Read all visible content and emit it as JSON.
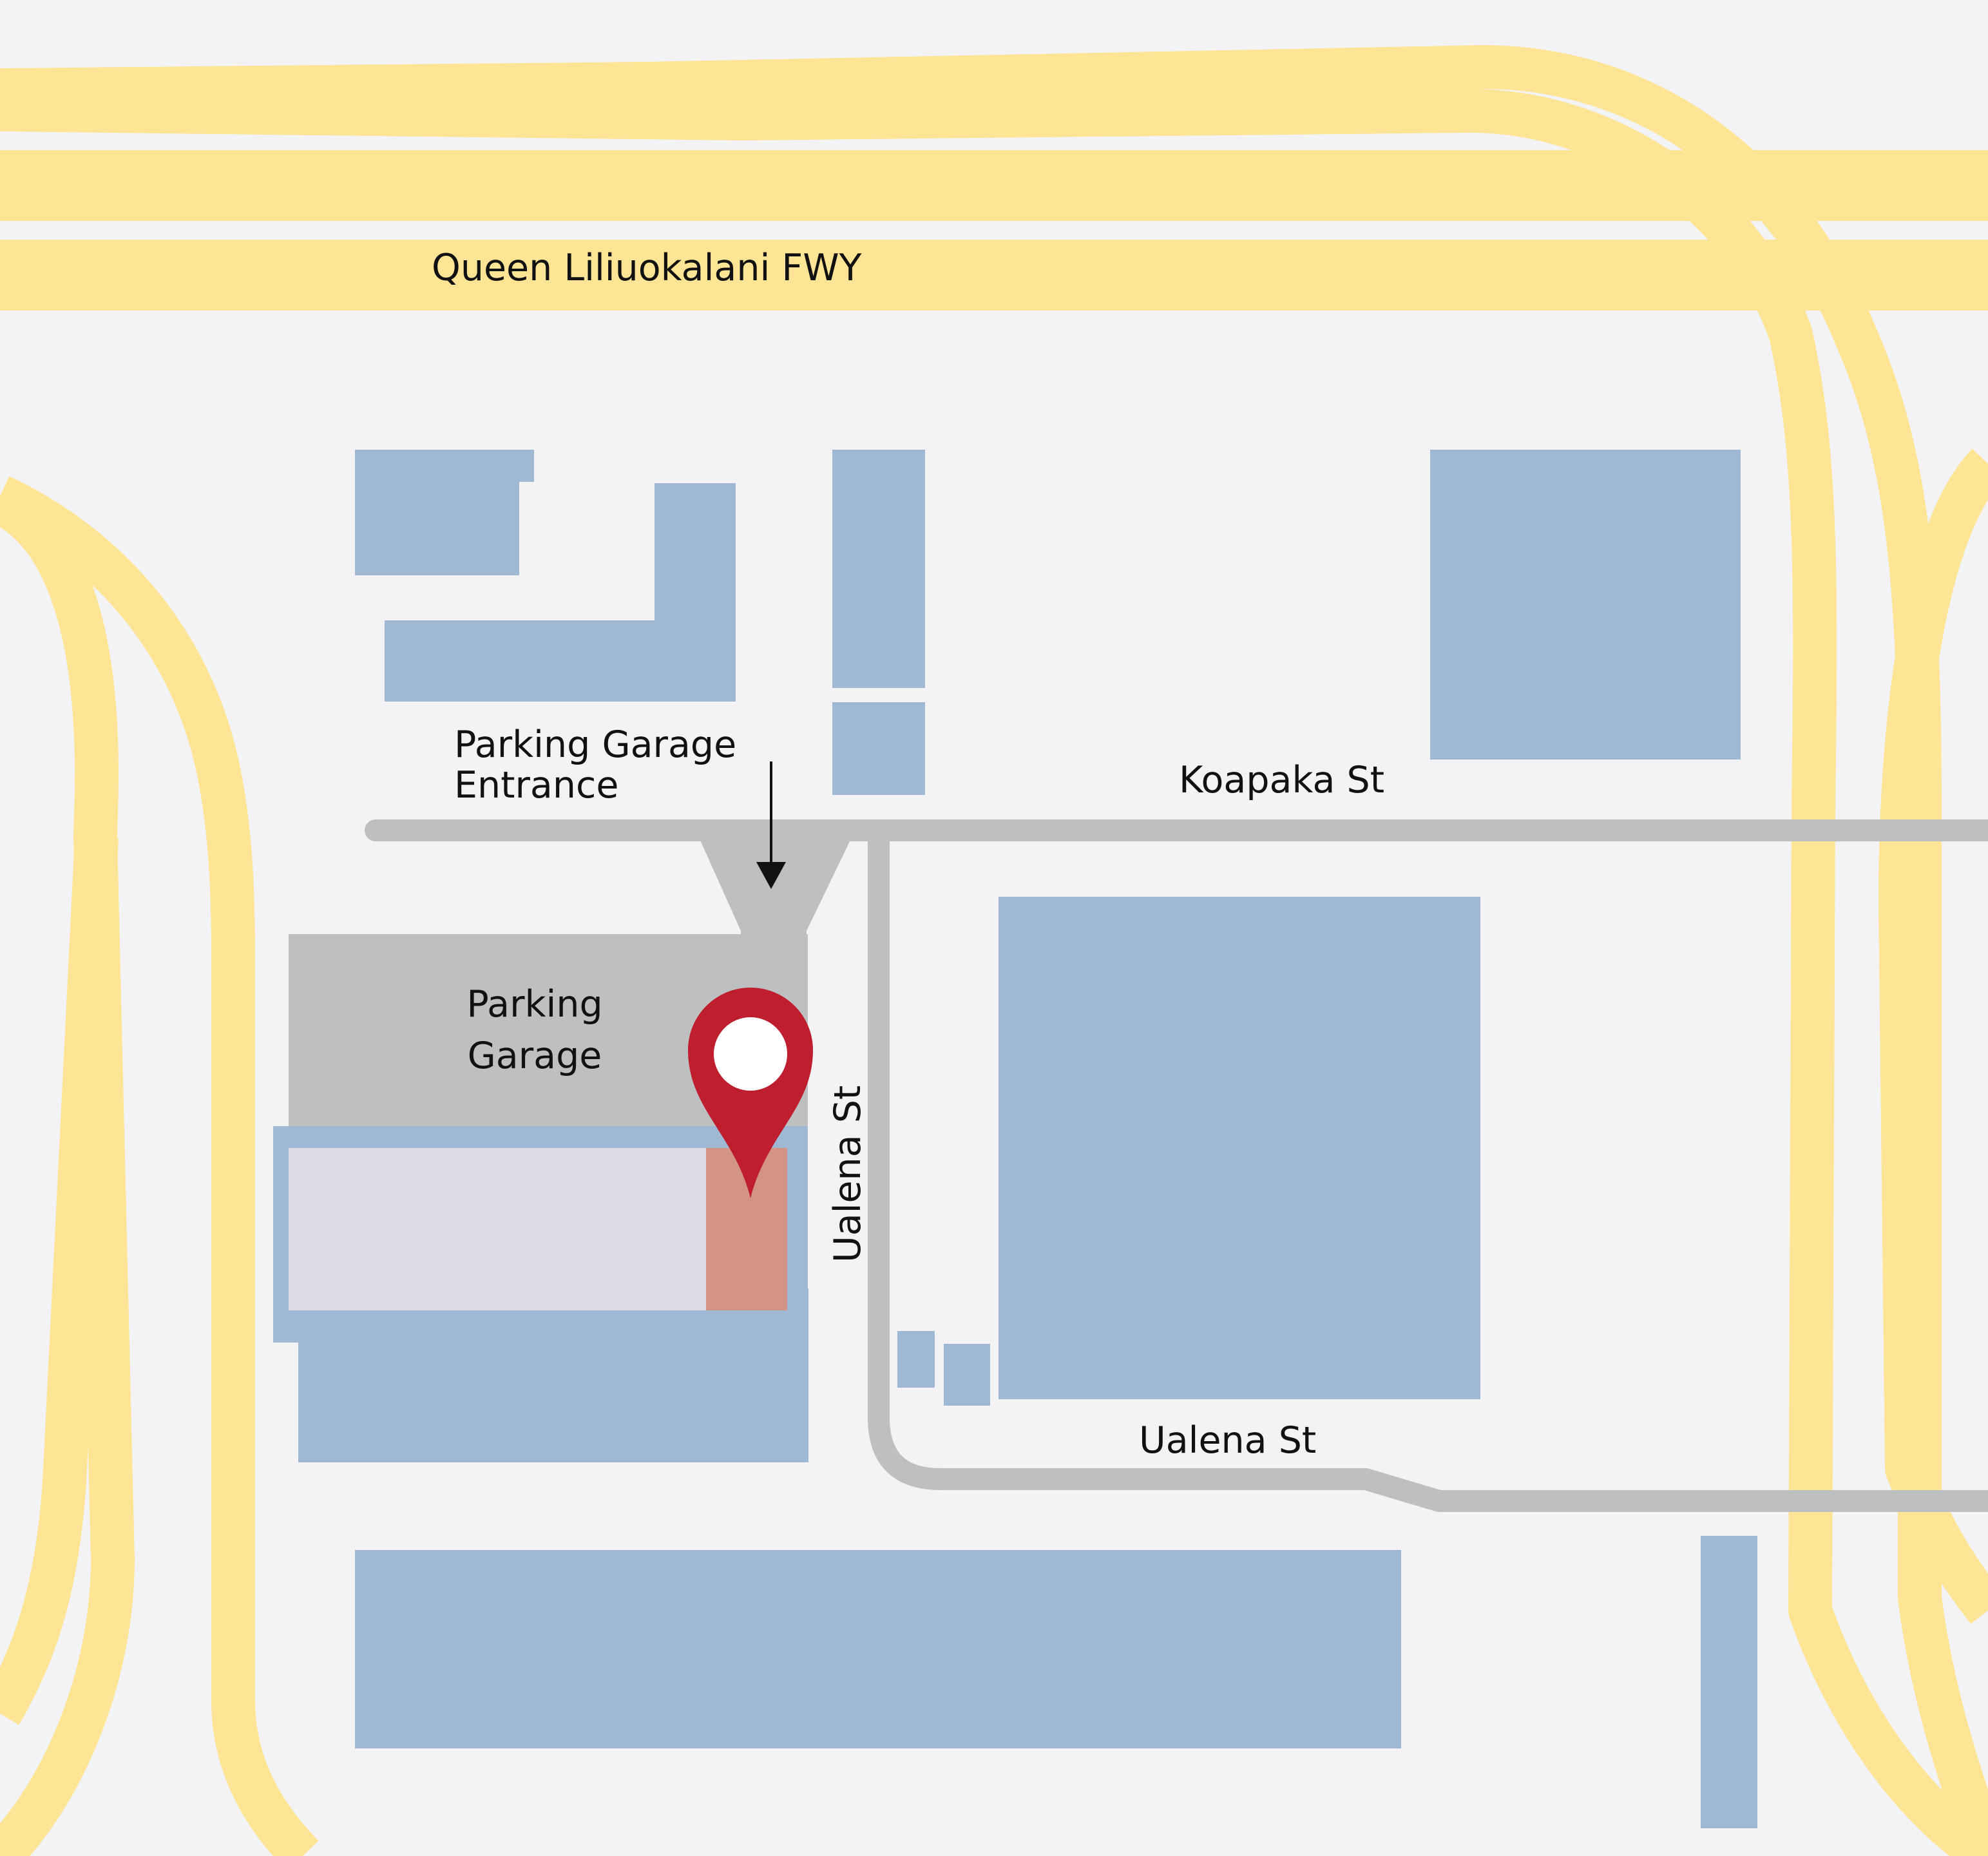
{
  "map": {
    "labels": {
      "freeway": "Queen Liliuokalani FWY",
      "koapaka_st": "Koapaka St",
      "ualena_st_vertical": "Ualena St",
      "ualena_st_horizontal": "Ualena St",
      "garage_entrance_line1": "Parking Garage",
      "garage_entrance_line2": "Entrance",
      "garage_line1": "Parking",
      "garage_line2": "Garage"
    },
    "colors": {
      "background": "#f3f3f5",
      "freeway": "#fde595",
      "street": "#bebfc1",
      "building": "#9fb8d4",
      "garage": "#bebfc1",
      "terminal_hall": "#dcdce6",
      "destination_highlight": "#d49485",
      "marker": "#be1e2d"
    },
    "marker_icon": "map-pin-icon",
    "arrow_icon": "arrow-down-icon"
  }
}
